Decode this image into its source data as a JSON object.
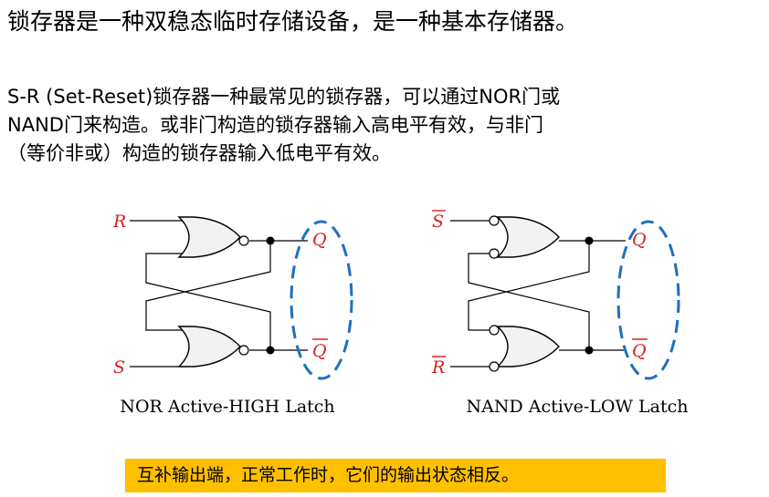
{
  "slide": {
    "title": "锁存器是一种双稳态临时存储设备，是一种基本存储器。",
    "paragraph": [
      "S-R  (Set-Reset)锁存器一种最常见的锁存器，可以通过NOR门或",
      "NAND门来构造。或非门构造的锁存器输入高电平有效，与非门",
      "（等价非或）构造的锁存器输入低电平有效。"
    ],
    "note": "互补输出端，正常工作时，它们的输出状态相反。"
  },
  "nor_latch": {
    "caption": "NOR Active-HIGH  Latch",
    "input_top": "R",
    "input_bottom": "S",
    "output_top": "Q",
    "output_bottom": "Q"
  },
  "nand_latch": {
    "caption": "NAND Active-LOW  Latch",
    "input_top": "S",
    "input_bottom": "R",
    "output_top": "Q",
    "output_bottom": "Q"
  },
  "colors": {
    "label_red": "#d62020",
    "ellipse_blue": "#1f6fbf",
    "gate_fill": "#f2f2f2",
    "note_bg": "#ffc000"
  }
}
